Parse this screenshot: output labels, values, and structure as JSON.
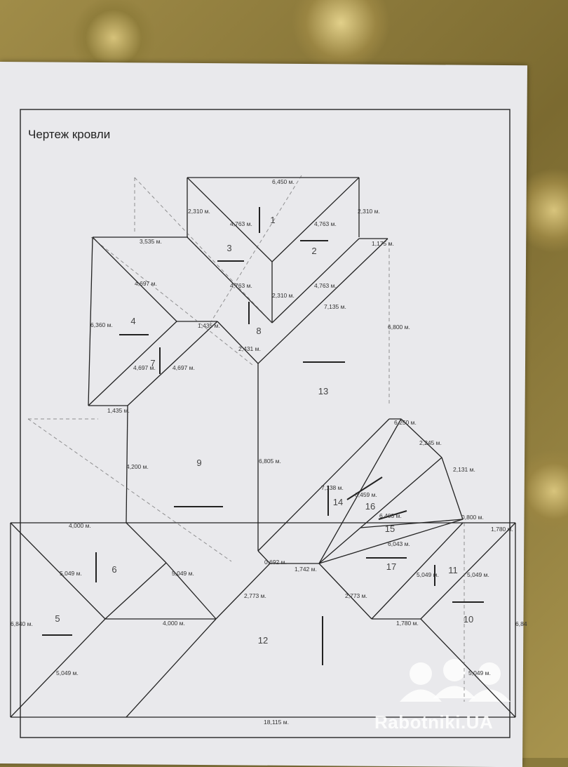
{
  "title": "Чертеж кровли",
  "watermark": "Rabotniki.UA",
  "section_numbers": [
    "1",
    "2",
    "3",
    "4",
    "5",
    "6",
    "7",
    "8",
    "9",
    "10",
    "11",
    "12",
    "13",
    "14",
    "15",
    "16",
    "17"
  ],
  "dimensions": [
    "6,450 м.",
    "2,310 м.",
    "2,310 м.",
    "4,763 м.",
    "4,763 м.",
    "3,535 м.",
    "1,175 м.",
    "4,697 м.",
    "4,763 м.",
    "4,763 м.",
    "2,310 м.",
    "7,135 м.",
    "6,360 м.",
    "1,435 м.",
    "6,800 м.",
    "2,431 м.",
    "4,697 м.",
    "4,697 м.",
    "1,435 м.",
    "6,250 м.",
    "2,245 м.",
    "4,200 м.",
    "6,805 м.",
    "7,138 м.",
    "6,459 м.",
    "2,131 м.",
    "6,403 м.",
    "0,800 м.",
    "1,780 м.",
    "4,000 м.",
    "6,043 м.",
    "0,692 м.",
    "1,742 м.",
    "5,049 м.",
    "5,049 м.",
    "5,049 м.",
    "5,049 м.",
    "2,773 м.",
    "2,773 м.",
    "6,840 м.",
    "4,000 м.",
    "1,780 м.",
    "6,84",
    "5,049 м.",
    "5,049 м.",
    "18,115 м."
  ],
  "colors": {
    "ink": "#222222",
    "dash": "#555555",
    "paper": "#e9e9ec"
  }
}
